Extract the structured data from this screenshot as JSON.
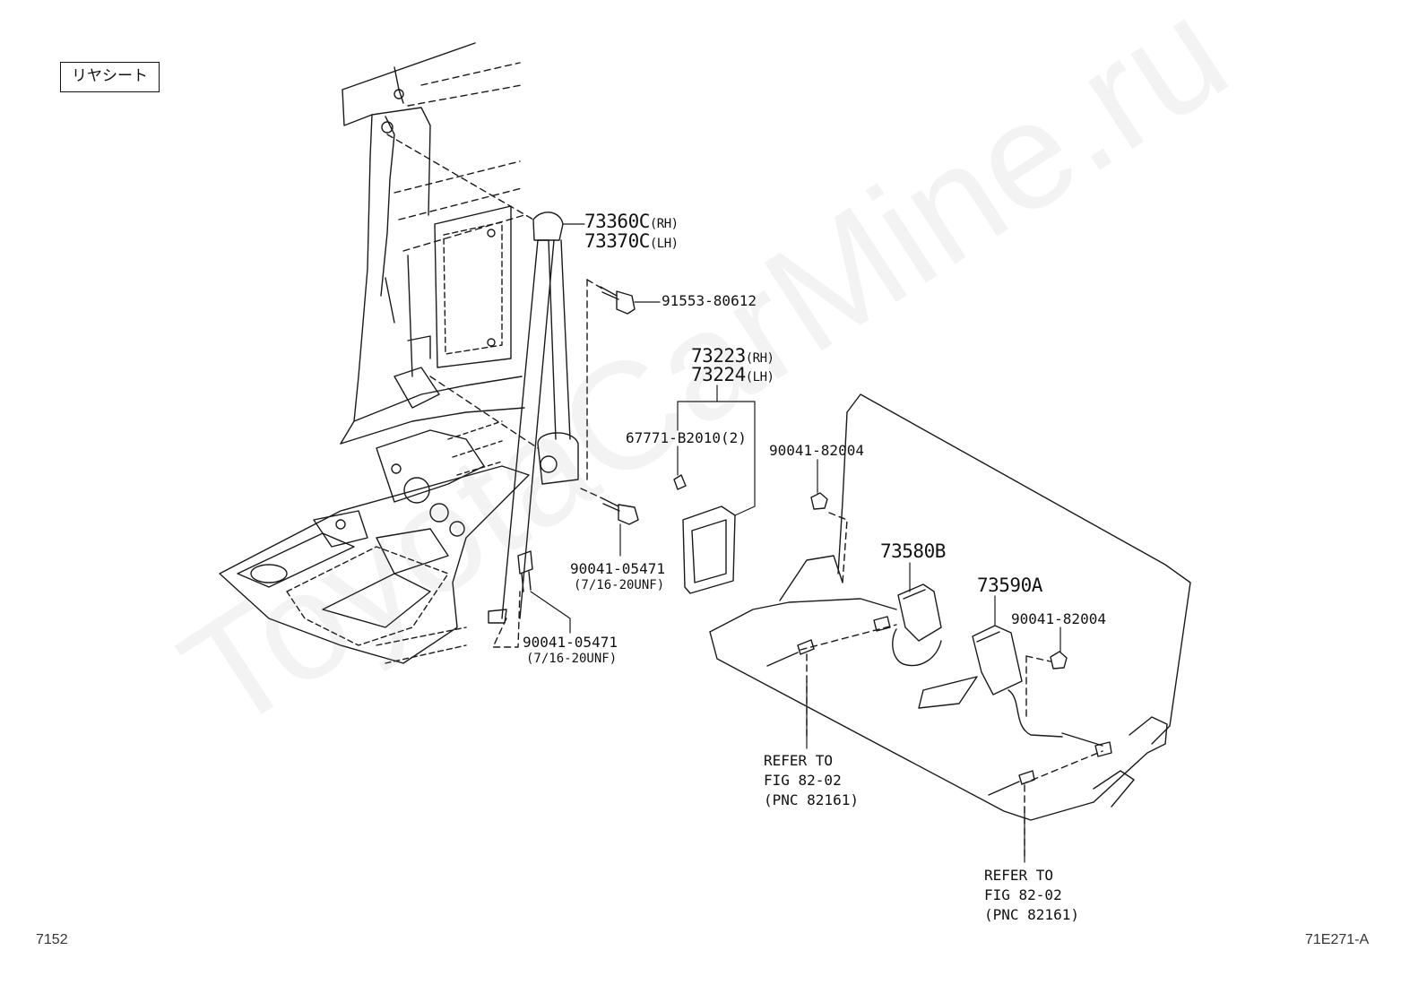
{
  "section_label": "リヤシート",
  "watermark": "ToyotaCarMine.ru",
  "page_number": "7152",
  "figure_code": "71E271-A",
  "parts": {
    "p73360c": {
      "num": "73360C",
      "side": "(RH)"
    },
    "p73370c": {
      "num": "73370C",
      "side": "(LH)"
    },
    "p91553": {
      "num": "91553-80612"
    },
    "p73223": {
      "num": "73223",
      "side": "(RH)"
    },
    "p73224": {
      "num": "73224",
      "side": "(LH)"
    },
    "p67771": {
      "num": "67771-B2010(2)"
    },
    "p90041_82004_a": {
      "num": "90041-82004"
    },
    "p90041_05471_a": {
      "num": "90041-05471",
      "spec": "(7/16-20UNF)"
    },
    "p90041_05471_b": {
      "num": "90041-05471",
      "spec": "(7/16-20UNF)"
    },
    "p73580b": {
      "num": "73580B"
    },
    "p73590a": {
      "num": "73590A"
    },
    "p90041_82004_b": {
      "num": "90041-82004"
    }
  },
  "refers": {
    "refer1": {
      "line1": "REFER TO",
      "line2": "FIG 82-02",
      "line3": "(PNC 82161)"
    },
    "refer2": {
      "line1": "REFER TO",
      "line2": "FIG 82-02",
      "line3": "(PNC 82161)"
    }
  }
}
